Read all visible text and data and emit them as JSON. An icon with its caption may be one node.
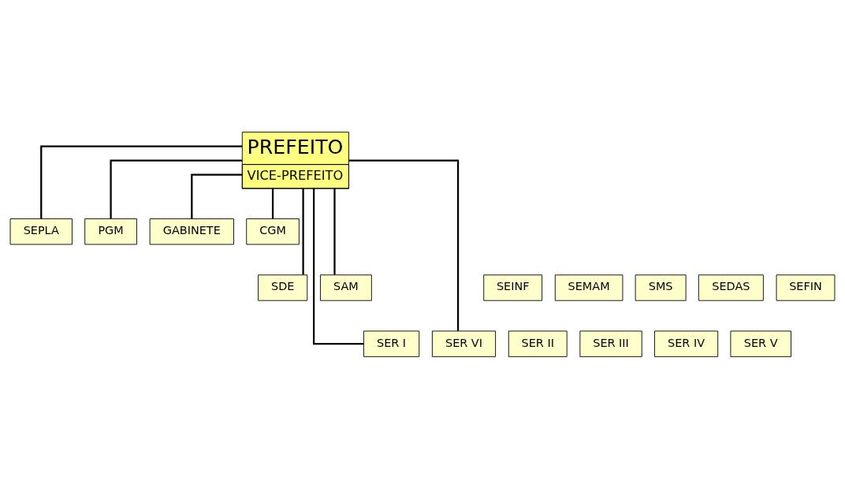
{
  "diagram": {
    "nodes": [
      {
        "text": [
          "PREFEITO",
          "VICE-PREFEITO"
        ]
      },
      {
        "text": [
          "SEPLA"
        ]
      },
      {
        "text": [
          "PGM"
        ]
      },
      {
        "text": [
          "GABINETE"
        ]
      },
      {
        "text": [
          "CGM"
        ]
      },
      {
        "text": [
          "SDE"
        ]
      },
      {
        "text": [
          "SEINF"
        ]
      },
      {
        "text": [
          "SEMAM"
        ]
      },
      {
        "text": [
          "SMS"
        ]
      },
      {
        "text": [
          "SEDAS"
        ]
      },
      {
        "text": [
          "SEFIN"
        ]
      },
      {
        "text": [
          "SAM"
        ]
      },
      {
        "text": [
          "SER I"
        ]
      },
      {
        "text": [
          "SER II"
        ]
      },
      {
        "text": [
          "SER III"
        ]
      },
      {
        "text": [
          "SER IV"
        ]
      },
      {
        "text": [
          "SER V"
        ]
      },
      {
        "text": [
          "SER VI"
        ]
      }
    ],
    "edges": [
      {
        "from": 0,
        "to": 1,
        "arrow": "none"
      },
      {
        "from": 0,
        "to": 2,
        "arrow": "none"
      },
      {
        "from": 0,
        "to": 3,
        "arrow": "none"
      },
      {
        "from": 0,
        "to": 4,
        "arrow": "none"
      },
      {
        "from": 0,
        "to": 5,
        "arrow": "none"
      },
      {
        "from": 0,
        "to": 11,
        "arrow": "none"
      },
      {
        "from": 0,
        "to": 12,
        "arrow": "none"
      },
      {
        "from": 0,
        "to": 17,
        "arrow": "none"
      }
    ]
  }
}
